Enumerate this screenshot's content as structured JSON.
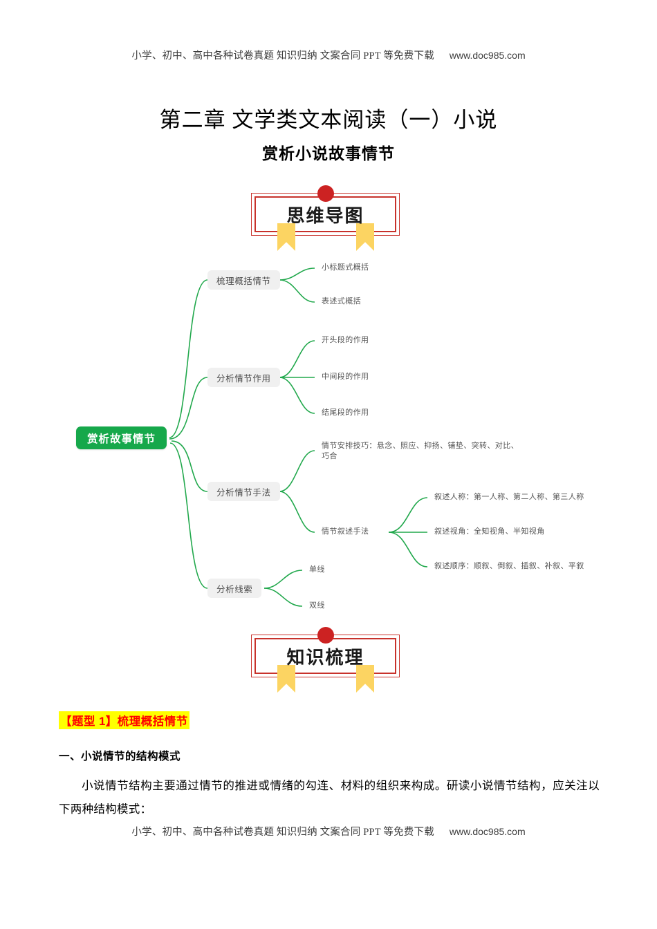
{
  "watermark": {
    "text": "小学、初中、高中各种试卷真题  知识归纳  文案合同  PPT 等免费下载",
    "url": "www.doc985.com"
  },
  "title": {
    "main": "第二章 文学类文本阅读（一）小说",
    "sub": "赏析小说故事情节"
  },
  "banners": {
    "mindmap_label": "思维导图",
    "knowledge_label": "知识梳理"
  },
  "mindmap": {
    "root": "赏析故事情节",
    "branches": [
      {
        "label": "梳理概括情节",
        "children": [
          {
            "text": "小标题式概括"
          },
          {
            "text": "表述式概括"
          }
        ]
      },
      {
        "label": "分析情节作用",
        "children": [
          {
            "text": "开头段的作用"
          },
          {
            "text": "中间段的作用"
          },
          {
            "text": "结尾段的作用"
          }
        ]
      },
      {
        "label": "分析情节手法",
        "children": [
          {
            "text": "情节安排技巧：悬念、照应、抑扬、铺垫、突转、对比、巧合"
          },
          {
            "text": "情节叙述手法",
            "children": [
              {
                "text": "叙述人称：第一人称、第二人称、第三人称"
              },
              {
                "text": "叙述视角：全知视角、半知视角"
              },
              {
                "text": "叙述顺序：顺叙、倒叙、插叙、补叙、平叙"
              }
            ]
          }
        ]
      },
      {
        "label": "分析线索",
        "children": [
          {
            "text": "单线"
          },
          {
            "text": "双线"
          }
        ]
      }
    ],
    "colors": {
      "root_bg": "#16a84b",
      "node_bg": "#f0f0f0",
      "line": "#21a84c"
    }
  },
  "content": {
    "question_type": "【题型 1】梳理概括情节",
    "section_heading": "一、小说情节的结构模式",
    "paragraph": "小说情节结构主要通过情节的推进或情绪的勾连、材料的组织来构成。研读小说情节结构，应关注以下两种结构模式："
  }
}
